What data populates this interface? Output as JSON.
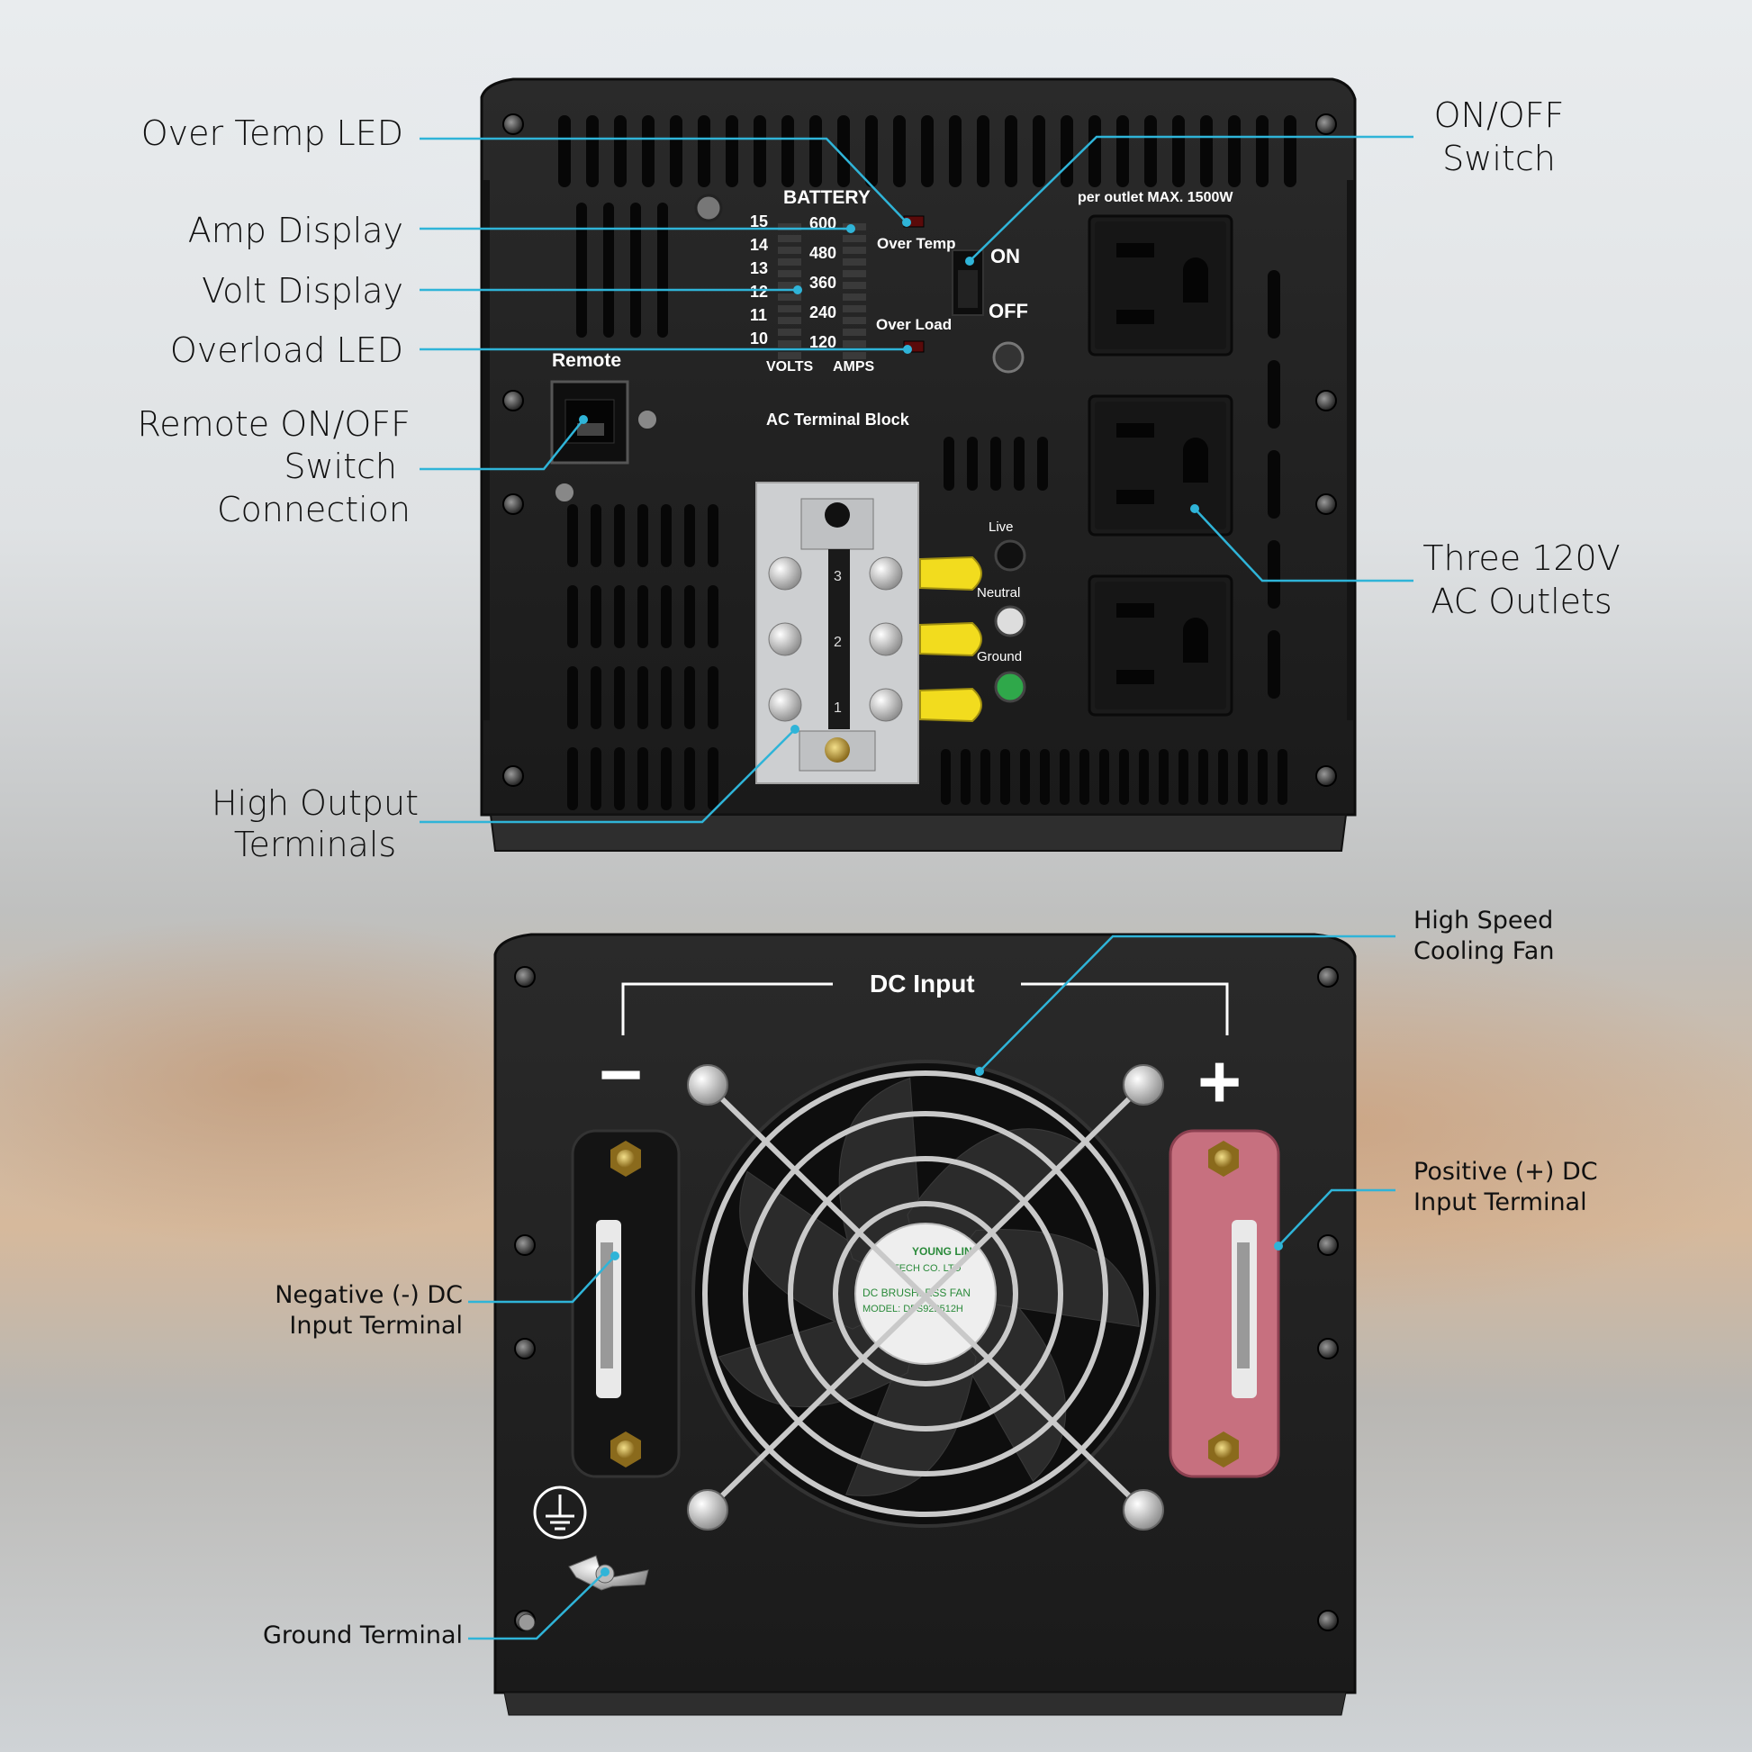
{
  "callouts": {
    "over_temp_led": "Over Temp LED",
    "amp_display": "Amp Display",
    "volt_display": "Volt Display",
    "overload_led": "Overload LED",
    "remote_switch": [
      "Remote ON/OFF",
      "Switch",
      "Connection"
    ],
    "high_output_terminals": [
      "High Output",
      "Terminals"
    ],
    "on_off_switch": [
      "ON/OFF",
      "Switch"
    ],
    "ac_outlets": [
      "Three 120V",
      "AC Outlets"
    ],
    "cooling_fan": [
      "High Speed",
      "Cooling Fan"
    ],
    "positive_terminal": [
      "Positive (+) DC",
      "Input Terminal"
    ],
    "negative_terminal": [
      "Negative (-) DC",
      "Input Terminal"
    ],
    "ground_terminal": "Ground Terminal"
  },
  "front_panel": {
    "battery_title": "BATTERY",
    "volts_scale": [
      "15",
      "14",
      "13",
      "12",
      "11",
      "10"
    ],
    "amps_scale": [
      "600",
      "480",
      "360",
      "240",
      "120"
    ],
    "volts_label": "VOLTS",
    "amps_label": "AMPS",
    "over_temp": "Over Temp",
    "over_load": "Over Load",
    "remote": "Remote",
    "switch_on": "ON",
    "switch_off": "OFF",
    "outlet_rating": "per outlet MAX. 1500W",
    "ac_terminal_block": "AC Terminal Block",
    "wire_live": "Live",
    "wire_neutral": "Neutral",
    "wire_ground": "Ground",
    "terminal_numbers": [
      "3",
      "2",
      "1"
    ]
  },
  "rear_panel": {
    "dc_input": "DC Input",
    "minus": "−",
    "plus": "+",
    "fan_text": [
      "YOUNG LIN",
      "TECH CO. LTD",
      "DC BRUSHLESS FAN",
      "MODEL: DFS922512H"
    ]
  },
  "colors": {
    "leader_line": "#2fb4d8",
    "panel": "#1f1f1f",
    "positive_terminal": "#c7707f",
    "wire_yellow": "#f2dc1e"
  }
}
